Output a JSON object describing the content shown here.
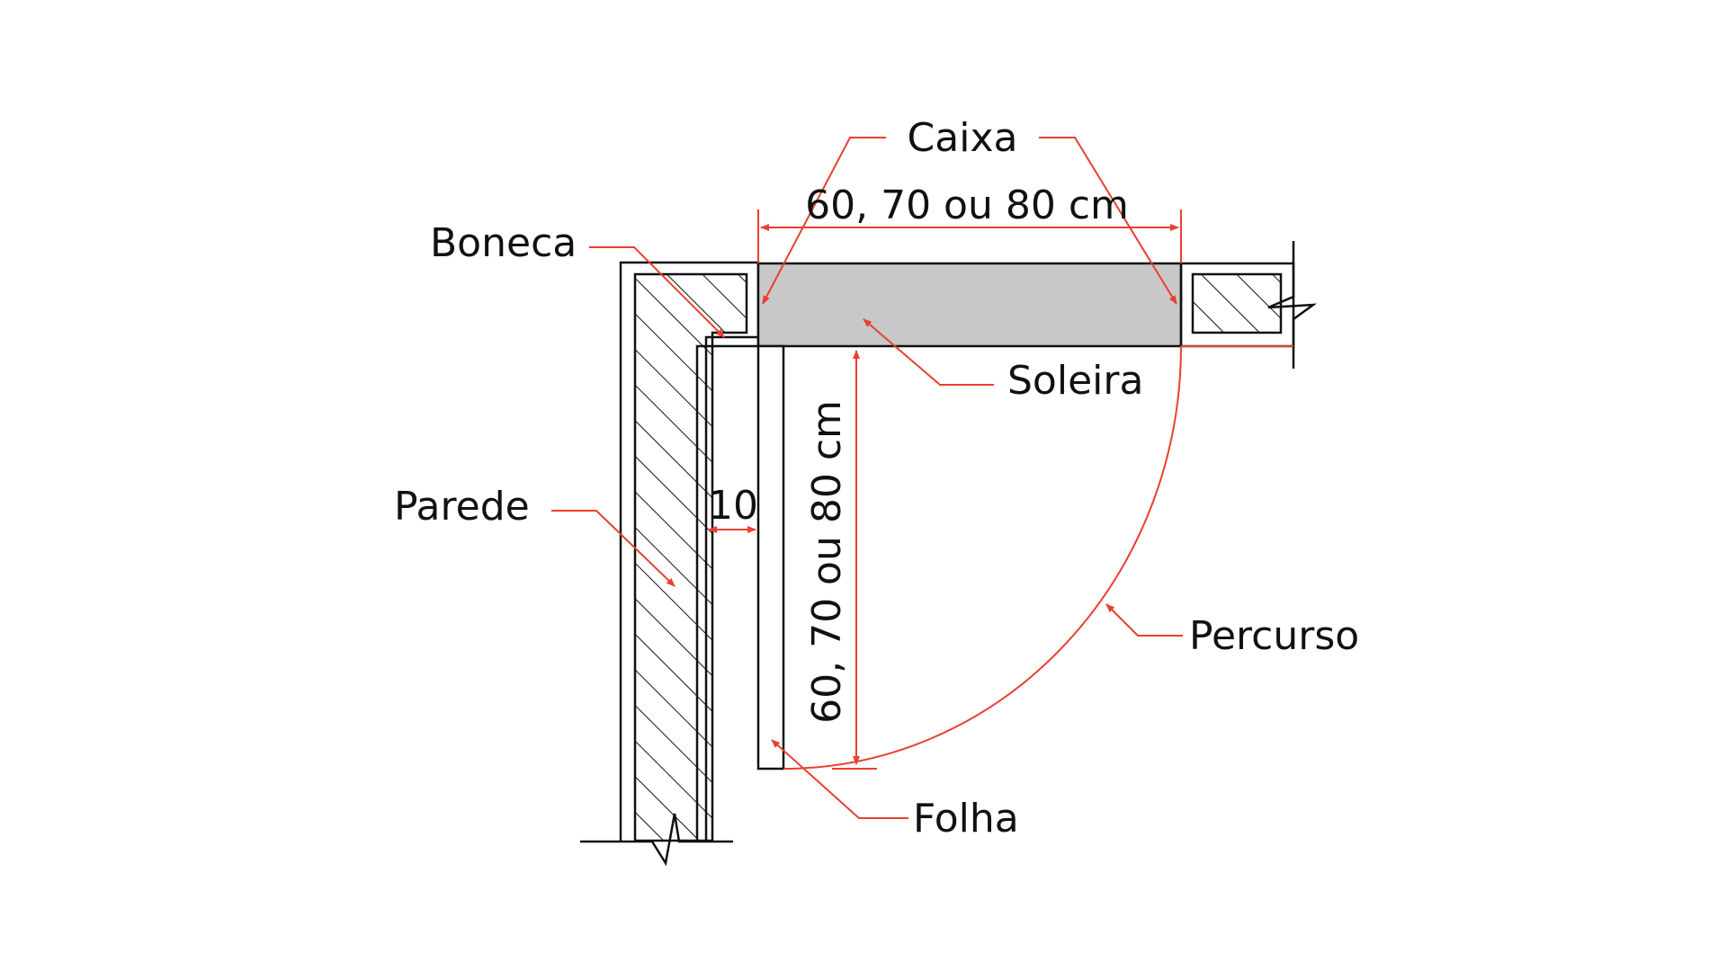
{
  "labels": {
    "caixa": "Caixa",
    "width_dim": "60, 70 ou 80 cm",
    "boneca": "Boneca",
    "soleira": "Soleira",
    "parede": "Parede",
    "gap_dim": "10",
    "leaf_dim": "60, 70 ou 80 cm",
    "percurso": "Percurso",
    "folha": "Folha"
  },
  "colors": {
    "line": "#111111",
    "annotation": "#e8402f",
    "threshold_fill": "#c8c8c8"
  }
}
